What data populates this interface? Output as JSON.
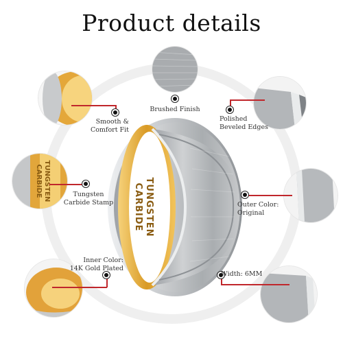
{
  "title": "Product details",
  "callouts": {
    "brushed_finish": "Brushed Finish",
    "polished_beveled": [
      "Polished",
      "Beveled Edges"
    ],
    "smooth_comfort": [
      "Smooth &",
      "Comfort Fit"
    ],
    "tungsten_stamp": [
      "Tungsten",
      "Carbide Stamp"
    ],
    "outer_color": [
      "Outer Color:",
      "Original"
    ],
    "inner_color": [
      "Inner Color:",
      "14K Gold Plated"
    ],
    "width": "Width: 6MM"
  },
  "stamp": {
    "line1": "TUNGSTEN",
    "line2": "CARBIDE"
  },
  "colors": {
    "gold": "#e0a93a",
    "silver": "#b9bcbf",
    "accent_red": "#c0262b",
    "halo": "#efefef"
  }
}
